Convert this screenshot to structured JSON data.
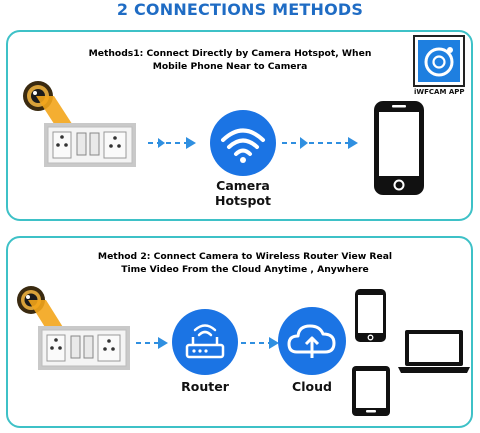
{
  "title": "2 CONNECTIONS METHODS",
  "method1": {
    "heading_line1": "Methods1: Connect Directly by Camera Hotspot, When",
    "heading_line2": "Mobile Phone Near to Camera",
    "hotspot_label": "Camera Hotspot",
    "app_label": "iWFCAM APP"
  },
  "method2": {
    "heading_line1": "Method 2: Connect Camera to Wireless Router View Real",
    "heading_line2": "Time Video From the Cloud Anytime , Anywhere",
    "router_label": "Router",
    "cloud_label": "Cloud"
  },
  "icons": [
    "camera-lens-icon",
    "wall-socket-icon",
    "wifi-icon",
    "app-icon",
    "smartphone-icon",
    "router-icon",
    "cloud-upload-icon",
    "tablet-icon",
    "laptop-icon"
  ],
  "colors": {
    "accent": "#1f6cc4",
    "panel_border": "#3ec1c7",
    "circle": "#1b74e4",
    "arrow": "#2f8fe0"
  }
}
